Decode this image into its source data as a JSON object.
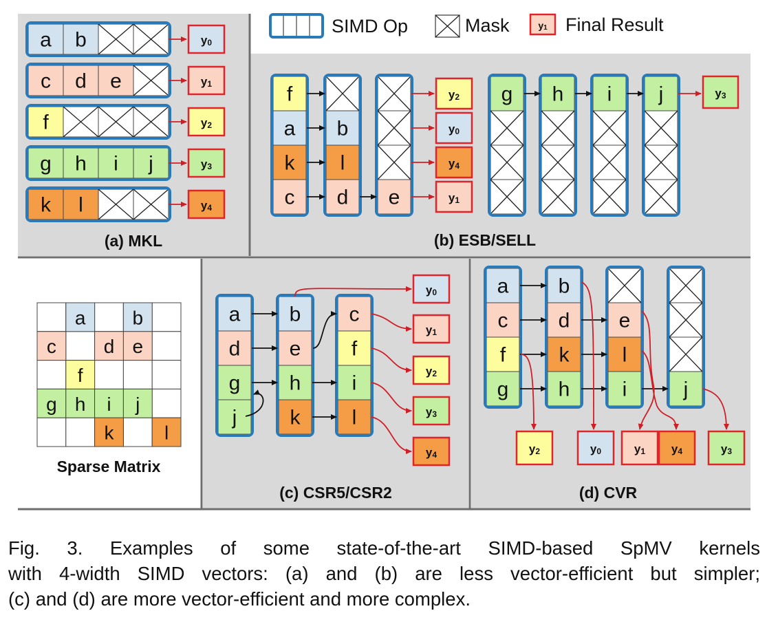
{
  "legend": {
    "simd_op": "SIMD Op",
    "mask": "Mask",
    "final_result": "Final Result",
    "sample_result": "y1"
  },
  "colors": {
    "blue": "#d2e3ef",
    "salmon": "#fbd4c4",
    "yellow": "#fdfd9d",
    "green": "#c2f0a0",
    "orange": "#f59d46",
    "panel": "#d9d9d9",
    "simd_border": "#2a7ab9",
    "result_border": "#e0242a",
    "arrow_red": "#d01e26"
  },
  "sparse_matrix": {
    "label": "Sparse Matrix",
    "cells": [
      {
        "row": 0,
        "col": 1,
        "value": "a",
        "color": "blue"
      },
      {
        "row": 0,
        "col": 3,
        "value": "b",
        "color": "blue"
      },
      {
        "row": 1,
        "col": 0,
        "value": "c",
        "color": "salmon"
      },
      {
        "row": 1,
        "col": 2,
        "value": "d",
        "color": "salmon"
      },
      {
        "row": 1,
        "col": 3,
        "value": "e",
        "color": "salmon"
      },
      {
        "row": 2,
        "col": 1,
        "value": "f",
        "color": "yellow"
      },
      {
        "row": 3,
        "col": 0,
        "value": "g",
        "color": "green"
      },
      {
        "row": 3,
        "col": 1,
        "value": "h",
        "color": "green"
      },
      {
        "row": 3,
        "col": 2,
        "value": "i",
        "color": "green"
      },
      {
        "row": 3,
        "col": 3,
        "value": "j",
        "color": "green"
      },
      {
        "row": 4,
        "col": 2,
        "value": "k",
        "color": "orange"
      },
      {
        "row": 4,
        "col": 4,
        "value": "l",
        "color": "orange"
      }
    ]
  },
  "panels": {
    "mkl": {
      "label": "(a) MKL",
      "rows": [
        {
          "cells": [
            [
              "a",
              "blue"
            ],
            [
              "b",
              "blue"
            ],
            null,
            null
          ],
          "result": [
            "y0",
            "blue"
          ]
        },
        {
          "cells": [
            [
              "c",
              "salmon"
            ],
            [
              "d",
              "salmon"
            ],
            [
              "e",
              "salmon"
            ],
            null
          ],
          "result": [
            "y1",
            "salmon"
          ]
        },
        {
          "cells": [
            [
              "f",
              "yellow"
            ],
            null,
            null,
            null
          ],
          "result": [
            "y2",
            "yellow"
          ]
        },
        {
          "cells": [
            [
              "g",
              "green"
            ],
            [
              "h",
              "green"
            ],
            [
              "i",
              "green"
            ],
            [
              "j",
              "green"
            ]
          ],
          "result": [
            "y3",
            "green"
          ]
        },
        {
          "cells": [
            [
              "k",
              "orange"
            ],
            [
              "l",
              "orange"
            ],
            null,
            null
          ],
          "result": [
            "y4",
            "orange"
          ]
        }
      ]
    },
    "esb": {
      "label": "(b) ESB/SELL",
      "group1": [
        [
          [
            "f",
            "yellow"
          ],
          [
            "a",
            "blue"
          ],
          [
            "k",
            "orange"
          ],
          [
            "c",
            "salmon"
          ]
        ],
        [
          null,
          [
            "b",
            "blue"
          ],
          [
            "l",
            "orange"
          ],
          [
            "d",
            "salmon"
          ]
        ],
        [
          null,
          null,
          null,
          [
            "e",
            "salmon"
          ]
        ]
      ],
      "results1": [
        [
          "y2",
          "yellow"
        ],
        [
          "y0",
          "blue"
        ],
        [
          "y4",
          "orange"
        ],
        [
          "y1",
          "salmon"
        ]
      ],
      "group2": [
        [
          [
            "g",
            "green"
          ],
          null,
          null,
          null
        ],
        [
          [
            "h",
            "green"
          ],
          null,
          null,
          null
        ],
        [
          [
            "i",
            "green"
          ],
          null,
          null,
          null
        ],
        [
          [
            "j",
            "green"
          ],
          null,
          null,
          null
        ]
      ],
      "result2": [
        "y3",
        "green"
      ]
    },
    "csr5": {
      "label": "(c) CSR5/CSR2",
      "columns": [
        [
          [
            "a",
            "blue"
          ],
          [
            "d",
            "salmon"
          ],
          [
            "g",
            "green"
          ],
          [
            "j",
            "green"
          ]
        ],
        [
          [
            "b",
            "blue"
          ],
          [
            "e",
            "salmon"
          ],
          [
            "h",
            "green"
          ],
          [
            "k",
            "orange"
          ]
        ],
        [
          [
            "c",
            "salmon"
          ],
          [
            "f",
            "yellow"
          ],
          [
            "i",
            "green"
          ],
          [
            "l",
            "orange"
          ]
        ]
      ],
      "results": [
        [
          "y0",
          "blue"
        ],
        [
          "y1",
          "salmon"
        ],
        [
          "y2",
          "yellow"
        ],
        [
          "y3",
          "green"
        ],
        [
          "y4",
          "orange"
        ]
      ]
    },
    "cvr": {
      "label": "(d) CVR",
      "columns": [
        [
          [
            "a",
            "blue"
          ],
          [
            "c",
            "salmon"
          ],
          [
            "f",
            "yellow"
          ],
          [
            "g",
            "green"
          ]
        ],
        [
          [
            "b",
            "blue"
          ],
          [
            "d",
            "salmon"
          ],
          [
            "k",
            "orange"
          ],
          [
            "h",
            "green"
          ]
        ],
        [
          null,
          [
            "e",
            "salmon"
          ],
          [
            "l",
            "orange"
          ],
          [
            "i",
            "green"
          ]
        ],
        [
          null,
          null,
          null,
          [
            "j",
            "green"
          ]
        ]
      ],
      "results": [
        [
          "y2",
          "yellow"
        ],
        [
          "y0",
          "blue"
        ],
        [
          "y1",
          "salmon"
        ],
        [
          "y4",
          "orange"
        ],
        [
          "y3",
          "green"
        ]
      ]
    }
  },
  "caption": {
    "line1": "Fig. 3. Examples of some state-of-the-art SIMD-based SpMV kernels",
    "line2": "with 4-width SIMD vectors: (a) and (b) are less vector-efficient but simpler;",
    "line3": "(c) and (d) are more vector-efficient and more complex."
  }
}
